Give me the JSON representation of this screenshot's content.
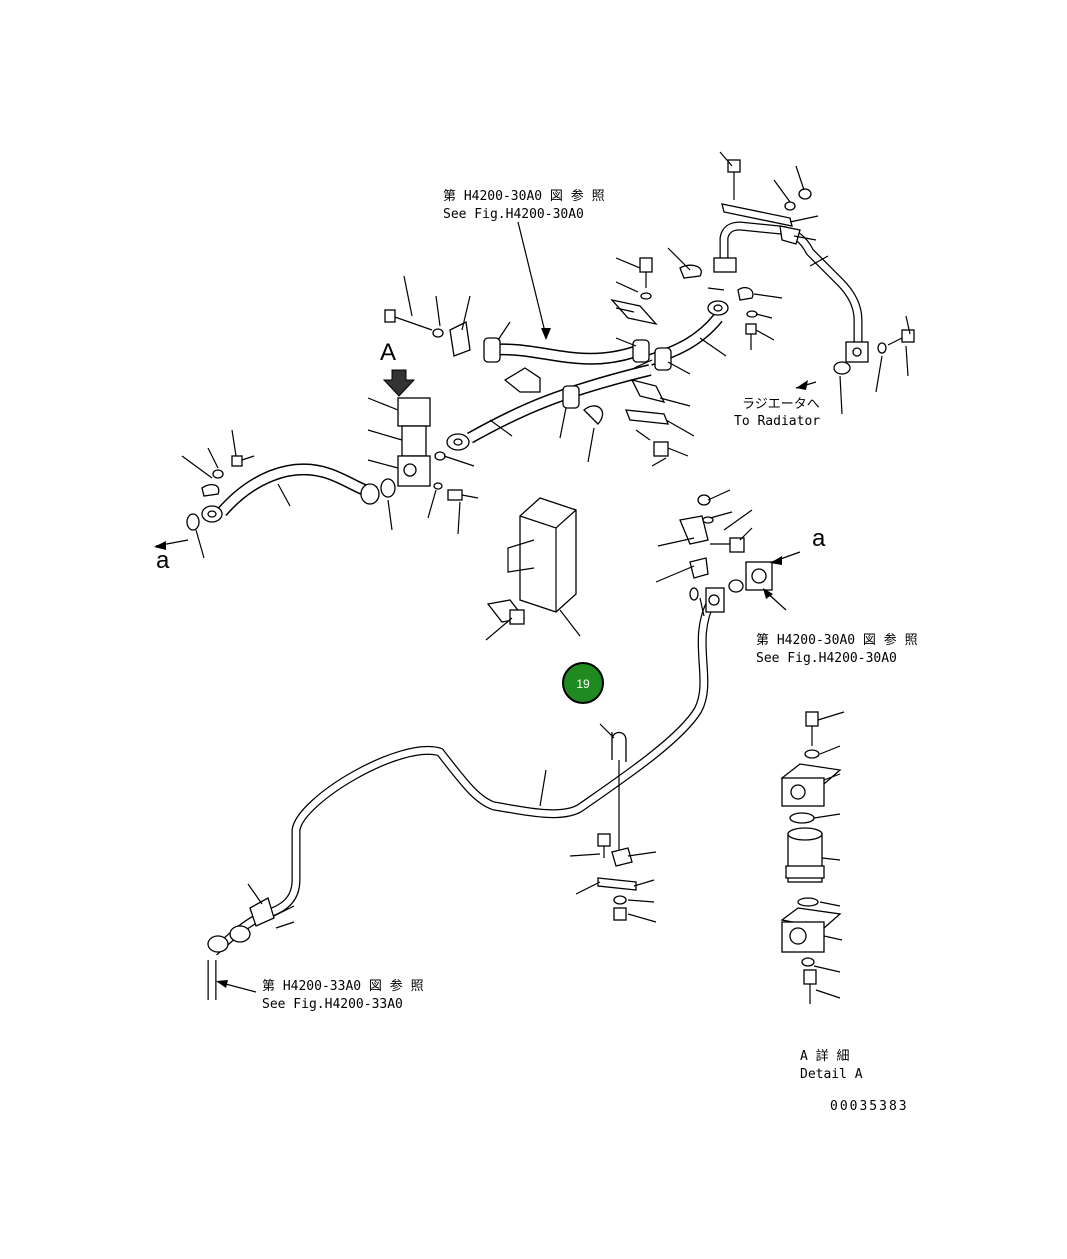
{
  "references": {
    "top_center_jp": "第 H4200-30A0 図 参 照",
    "top_center_en": "See Fig.H4200-30A0",
    "right_mid_jp": "第 H4200-30A0 図 参 照",
    "right_mid_en": "See Fig.H4200-30A0",
    "bottom_left_jp": "第 H4200-33A0 図 参 照",
    "bottom_left_en": "See Fig.H4200-33A0"
  },
  "destination": {
    "jp": "ラジエータへ",
    "en": "To Radiator"
  },
  "view_markers": {
    "arrow_A": "A",
    "connect_a_left": "a",
    "connect_a_right": "a"
  },
  "detail": {
    "jp": "A 詳 細",
    "en": "Detail A"
  },
  "drawing_number": "00035383",
  "callout": {
    "number": "19",
    "color": "#1f8a1f"
  }
}
